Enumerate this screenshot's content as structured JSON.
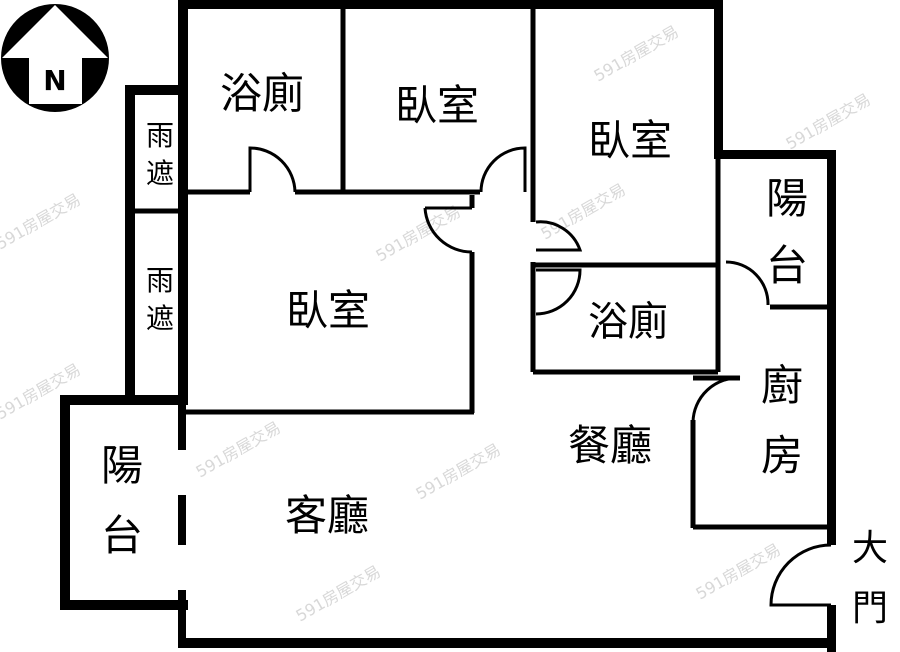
{
  "compass": {
    "label": "N"
  },
  "rooms": {
    "bath_1": "浴廁",
    "bedroom_1": "臥室",
    "bedroom_2": "臥室",
    "bedroom_master": "臥室",
    "bath_2": "浴廁",
    "rain_shelter_1": [
      "雨",
      "遮"
    ],
    "rain_shelter_2": [
      "雨",
      "遮"
    ],
    "balcony_right": [
      "陽",
      "台"
    ],
    "balcony_left": [
      "陽",
      "台"
    ],
    "kitchen": [
      "廚",
      "房"
    ],
    "dining": "餐廳",
    "living": "客廳",
    "entrance": [
      "大",
      "門"
    ]
  },
  "watermark": "591房屋交易",
  "colors": {
    "wall": "#000000",
    "background": "#ffffff"
  }
}
